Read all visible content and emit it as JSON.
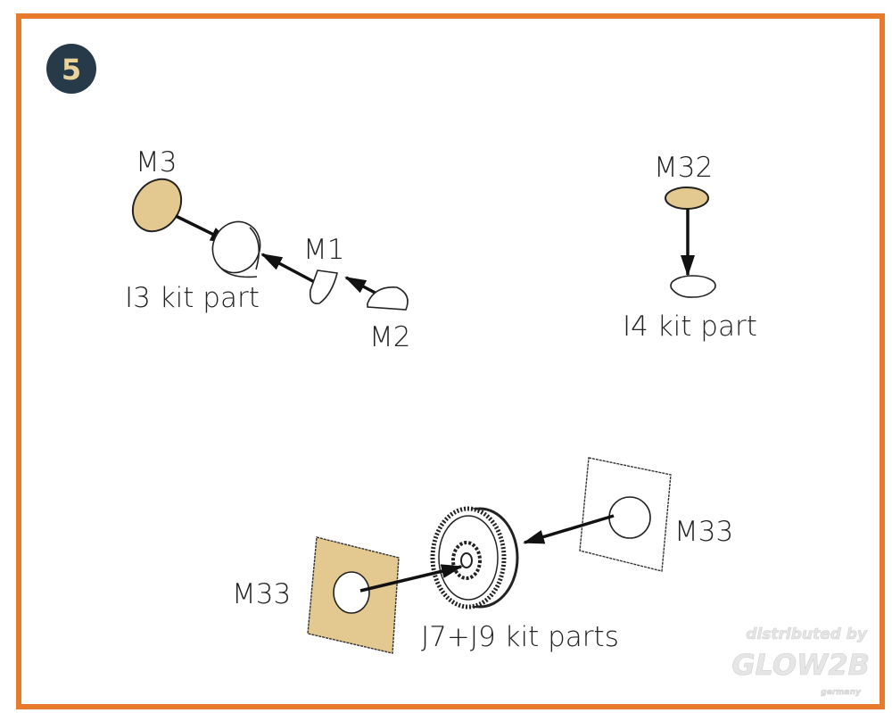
{
  "step": {
    "number": "5"
  },
  "labels": {
    "m3": "M3",
    "m1": "M1",
    "m2": "M2",
    "i3": "I3 kit part",
    "m32": "M32",
    "i4": "I4 kit part",
    "m33_right": "M33",
    "m33_left": "M33",
    "j7j9": "J7+J9 kit parts"
  },
  "watermark": {
    "line1": "distributed by",
    "brand": "GLOW2B",
    "country": "germany"
  },
  "colors": {
    "frame": "#e87a2c",
    "badge": "#263a4a",
    "badge_text": "#e8d39a",
    "photoetch": "#e3c98f"
  }
}
